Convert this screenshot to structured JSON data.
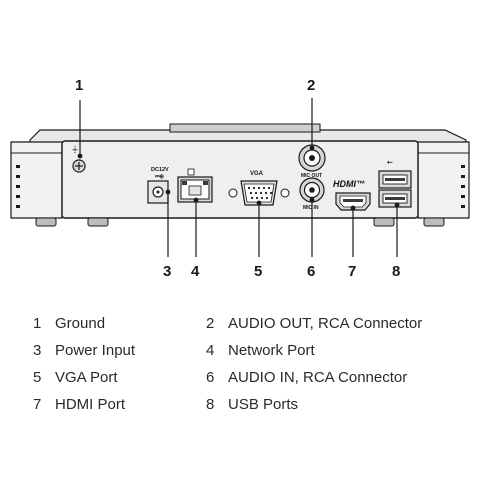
{
  "panel": {
    "power_label_line1": "DC12V",
    "power_label_line2": "⎓⊕",
    "vga_label": "VGA",
    "mic_out_label": "MIC OUT",
    "mic_in_label": "MIC IN",
    "hdmi_label": "HDMI™",
    "usb_symbol": "⭠"
  },
  "callouts": {
    "c1": "1",
    "c2": "2",
    "c3": "3",
    "c4": "4",
    "c5": "5",
    "c6": "6",
    "c7": "7",
    "c8": "8"
  },
  "legend": {
    "items": [
      {
        "num": "1",
        "label": "Ground"
      },
      {
        "num": "2",
        "label": "AUDIO OUT, RCA Connector"
      },
      {
        "num": "3",
        "label": "Power Input"
      },
      {
        "num": "4",
        "label": "Network Port"
      },
      {
        "num": "5",
        "label": "VGA Port"
      },
      {
        "num": "6",
        "label": "AUDIO IN, RCA Connector"
      },
      {
        "num": "7",
        "label": "HDMI Port"
      },
      {
        "num": "8",
        "label": "USB Ports"
      }
    ]
  }
}
